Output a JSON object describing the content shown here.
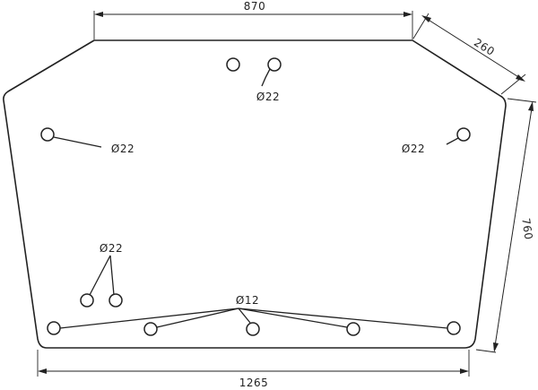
{
  "dimensions": {
    "top_width": "870",
    "slant_edge": "260",
    "right_height": "760",
    "bottom_width": "1265"
  },
  "hole_labels": {
    "top_center": "Ø22",
    "left_upper": "Ø22",
    "right_upper": "Ø22",
    "left_lower": "Ø22",
    "bottom_row": "Ø12"
  }
}
